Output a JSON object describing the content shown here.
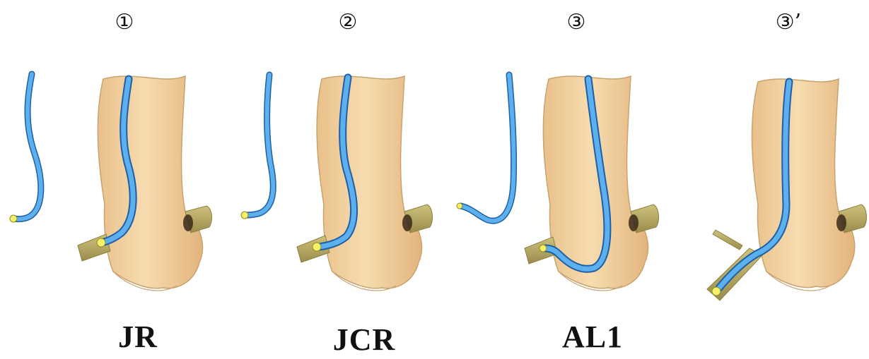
{
  "panels": [
    {
      "number": "①",
      "catheter": "JR"
    },
    {
      "number": "②",
      "catheter": "JCR"
    },
    {
      "number": "③",
      "catheter": "AL1"
    },
    {
      "number": "③’",
      "catheter": ""
    }
  ],
  "colors": {
    "aorta": "#f4d2a0",
    "aorta_outline": "#c9a270",
    "catheter": "#4aa3e8",
    "catheter_outline": "#1f5fa8",
    "tip": "#f5f06a",
    "branch": "#b4a764",
    "ostium": "#3a2a1a"
  }
}
